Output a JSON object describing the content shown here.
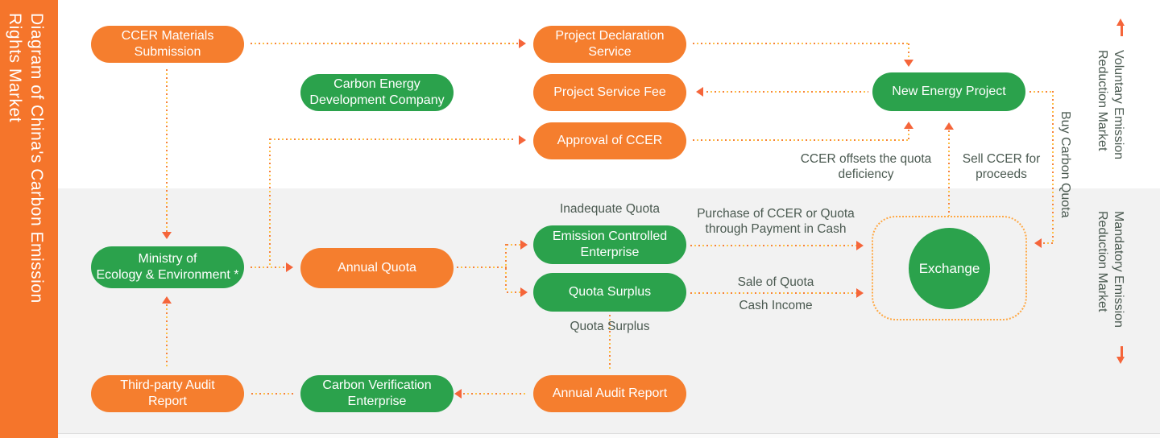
{
  "sidebar": {
    "title": "Diagram of China's Carbon Emission\nRights Market"
  },
  "markets": {
    "voluntary": "Voluntary Emission\nReduction Market",
    "mandatory": "Mandatory Emission\nReduction Market"
  },
  "nodes": {
    "ccer_materials": "CCER Materials\nSubmission",
    "project_declaration": "Project Declaration\nService",
    "carbon_energy_dev": "Carbon Energy\nDevelopment Company",
    "project_service_fee": "Project Service Fee",
    "new_energy_project": "New Energy Project",
    "approval_ccer": "Approval of CCER",
    "ministry": "Ministry of\nEcology & Environment *",
    "annual_quota": "Annual Quota",
    "emission_controlled": "Emission Controlled\nEnterprise",
    "quota_surplus": "Quota Surplus",
    "exchange": "Exchange",
    "third_party_audit": "Third-party Audit\nReport",
    "carbon_verification": "Carbon Verification\nEnterprise",
    "annual_audit": "Annual Audit Report"
  },
  "annotations": {
    "inadequate_quota": "Inadequate Quota",
    "purchase": "Purchase of CCER or Quota\nthrough Payment in Cash",
    "sale_of_quota": "Sale of Quota",
    "cash_income": "Cash Income",
    "quota_surplus_flow": "Quota Surplus",
    "ccer_offsets": "CCER offsets the quota\ndeficiency",
    "sell_ccer": "Sell CCER for\nproceeds",
    "buy_carbon_quota": "Buy Carbon Quota"
  },
  "colors": {
    "sidebar_orange": "#F5752B",
    "pill_orange": "#F57E2E",
    "pill_green": "#2BA24C",
    "dotted_line_orange": "#F5823C",
    "dotted_line_yellow": "#FFC344",
    "arrowhead": "#F5653A",
    "bottom_section_gray": "#F2F2F2",
    "annotation_text": "#4B5A51"
  }
}
